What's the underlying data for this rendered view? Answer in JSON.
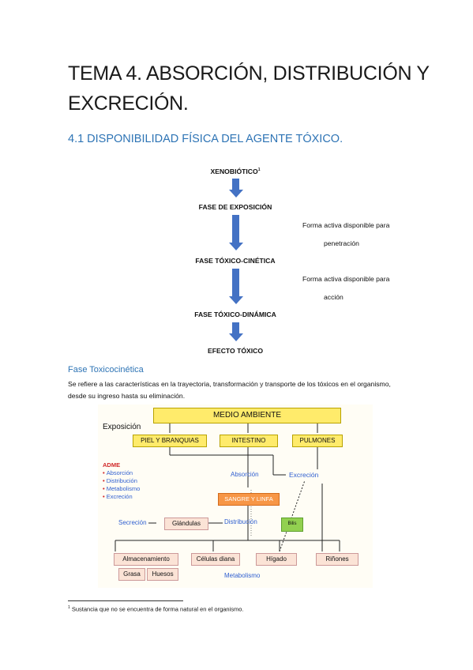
{
  "title": "TEMA 4. ABSORCIÓN, DISTRIBUCIÓN Y EXCRECIÓN.",
  "section_heading": "4.1 DISPONIBILIDAD FÍSICA DEL AGENTE TÓXICO.",
  "flow": {
    "xenobiotico": "XENOBIÓTICO",
    "xenobiotico_sup": "1",
    "fase_exposicion": "FASE DE EXPOSICIÓN",
    "fase_cinetica": "FASE TÓXICO-CINÉTICA",
    "fase_dinamica": "FASE TÓXICO-DINÁMICA",
    "efecto": "EFECTO TÓXICO",
    "note1_line1": "Forma activa disponible para",
    "note1_line2": "penetración",
    "note2_line1": "Forma activa disponible para",
    "note2_line2": "acción"
  },
  "subheading": "Fase Toxicocinética",
  "paragraph": "Se refiere a las características en la trayectoria, transformación y transporte de los tóxicos en el organismo, desde su ingreso hasta su eliminación.",
  "diagram": {
    "medio_ambiente": "MEDIO AMBIENTE",
    "exposicion": "Exposición",
    "piel": "PIEL Y BRANQUIAS",
    "intestino": "INTESTINO",
    "pulmones": "PULMONES",
    "adme_title": "ADME",
    "adme_items": [
      "Absorción",
      "Distribución",
      "Metabolismo",
      "Excreción"
    ],
    "absorcion": "Absorción",
    "excrecion": "Excreción",
    "sangre": "SANGRE Y LINFA",
    "secrecion": "Secreción",
    "glandulas": "Glándulas",
    "distribucion": "Distribución",
    "bilis": "Bilis",
    "almacenamiento": "Almacenamiento",
    "grasa": "Grasa",
    "huesos": "Huesos",
    "celulas": "Células diana",
    "higado": "Hígado",
    "rinones": "Riñones",
    "metabolismo": "Metabolismo"
  },
  "footnote": {
    "number": "1",
    "text": "Sustancia que no se encuentra de forma natural en el organismo."
  }
}
